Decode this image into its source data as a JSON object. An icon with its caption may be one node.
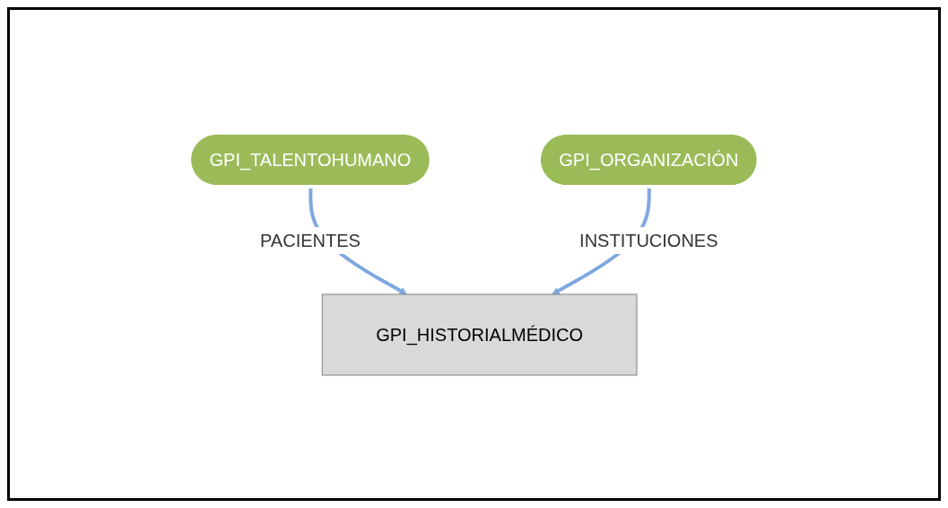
{
  "diagram": {
    "nodes": [
      {
        "text": [
          "GPI_TALENTOHUMANO"
        ]
      },
      {
        "text": [
          "GPI_ORGANIZACIÓN"
        ]
      },
      {
        "text": [
          "GPI_HISTORIALMÉDICO"
        ]
      }
    ],
    "edges": [
      {
        "from": 0,
        "to": 2,
        "arrow": "to",
        "label": "PACIENTES"
      },
      {
        "from": 1,
        "to": 2,
        "arrow": "to",
        "label": "INSTITUCIONES"
      }
    ]
  }
}
